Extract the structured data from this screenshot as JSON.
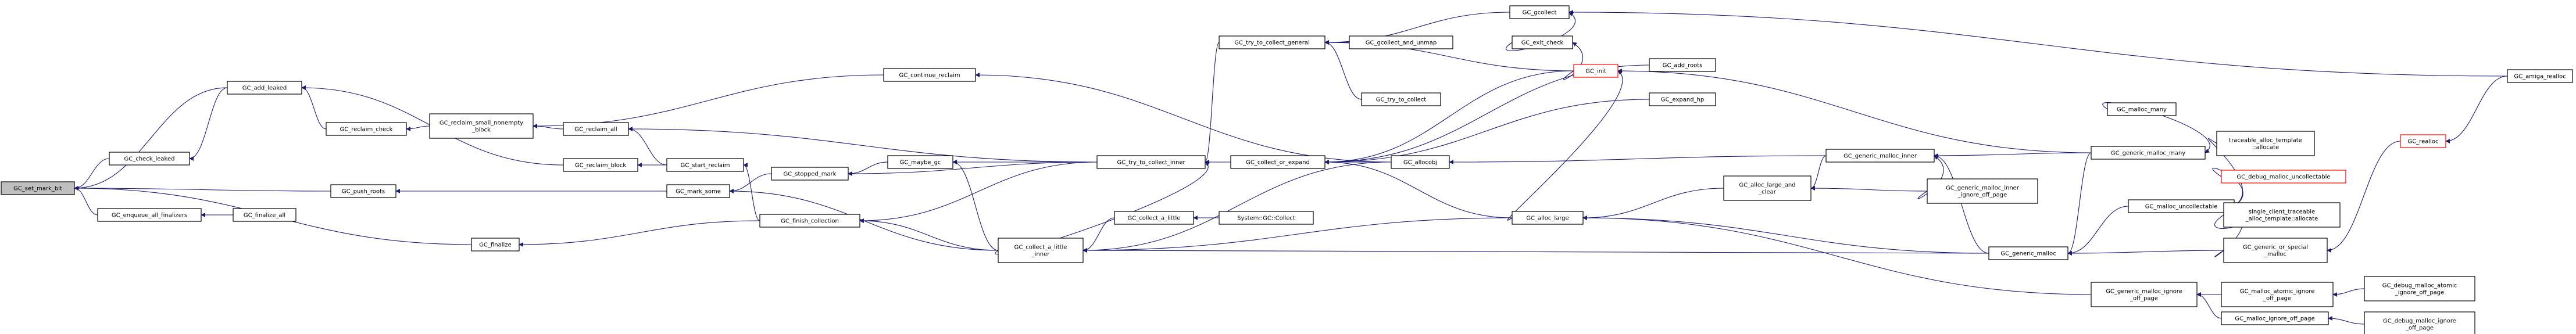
{
  "colors": {
    "background": "#ffffff",
    "node_fill": "#ffffff",
    "node_stroke": "#000000",
    "root_fill": "#bfbfbf",
    "truncated_stroke": "#ff0000",
    "edge": "#191970"
  },
  "nodes": [
    {
      "id": "n0",
      "lines": [
        "GC_set_mark_bit"
      ]
    },
    {
      "id": "n1",
      "lines": [
        "GC_check_leaked"
      ]
    },
    {
      "id": "n2",
      "lines": [
        "GC_add_leaked"
      ]
    },
    {
      "id": "n3",
      "lines": [
        "GC_reclaim_check"
      ]
    },
    {
      "id": "n4",
      "lines": [
        "GC_reclaim_small_nonempty",
        "_block"
      ]
    },
    {
      "id": "n5",
      "lines": [
        "GC_reclaim_all"
      ]
    },
    {
      "id": "n6",
      "lines": [
        "GC_reclaim_block"
      ]
    },
    {
      "id": "n7",
      "lines": [
        "GC_start_reclaim"
      ]
    },
    {
      "id": "n8",
      "lines": [
        "GC_enqueue_all_finalizers"
      ]
    },
    {
      "id": "n9",
      "lines": [
        "GC_finalize_all"
      ]
    },
    {
      "id": "n10",
      "lines": [
        "GC_push_roots"
      ]
    },
    {
      "id": "n11",
      "lines": [
        "GC_mark_some"
      ]
    },
    {
      "id": "n12",
      "lines": [
        "GC_finalize"
      ]
    },
    {
      "id": "n13",
      "lines": [
        "GC_stopped_mark"
      ]
    },
    {
      "id": "n14",
      "lines": [
        "GC_finish_collection"
      ]
    },
    {
      "id": "n15",
      "lines": [
        "GC_maybe_gc"
      ]
    },
    {
      "id": "n16",
      "lines": [
        "GC_continue_reclaim"
      ]
    },
    {
      "id": "n17",
      "lines": [
        "GC_try_to_collect_general"
      ]
    },
    {
      "id": "n18",
      "lines": [
        "GC_gcollect"
      ]
    },
    {
      "id": "n19",
      "lines": [
        "GC_gcollect_and_unmap"
      ]
    },
    {
      "id": "n20",
      "lines": [
        "GC_try_to_collect"
      ]
    },
    {
      "id": "n21",
      "lines": [
        "GC_try_to_collect_inner"
      ]
    },
    {
      "id": "n22",
      "lines": [
        "GC_collect_a_little",
        "_inner"
      ]
    },
    {
      "id": "n23",
      "lines": [
        "GC_collect_a_little"
      ]
    },
    {
      "id": "n24",
      "lines": [
        "System::GC::Collect"
      ]
    },
    {
      "id": "n25",
      "lines": [
        "GC_collect_or_expand"
      ]
    },
    {
      "id": "n26",
      "lines": [
        "GC_allocobj"
      ]
    },
    {
      "id": "n27",
      "lines": [
        "GC_exit_check"
      ]
    },
    {
      "id": "n28",
      "lines": [
        "GC_init"
      ],
      "truncated": true
    },
    {
      "id": "n29",
      "lines": [
        "GC_add_roots"
      ]
    },
    {
      "id": "n30",
      "lines": [
        "GC_expand_hp"
      ]
    },
    {
      "id": "n31",
      "lines": [
        "GC_alloc_large"
      ]
    },
    {
      "id": "n32",
      "lines": [
        "GC_alloc_large_and",
        "_clear"
      ]
    },
    {
      "id": "n33",
      "lines": [
        "GC_generic_malloc_inner"
      ]
    },
    {
      "id": "n34",
      "lines": [
        "GC_generic_malloc_inner",
        "_ignore_off_page"
      ]
    },
    {
      "id": "n35",
      "lines": [
        "GC_generic_malloc"
      ]
    },
    {
      "id": "n36",
      "lines": [
        "GC_generic_malloc_ignore",
        "_off_page"
      ]
    },
    {
      "id": "n37",
      "lines": [
        "GC_generic_malloc_many"
      ]
    },
    {
      "id": "n38",
      "lines": [
        "GC_malloc_many"
      ]
    },
    {
      "id": "n39",
      "lines": [
        "traceable_alloc_template",
        "::allocate"
      ]
    },
    {
      "id": "n40",
      "lines": [
        "GC_debug_malloc_uncollectable"
      ],
      "truncated": true
    },
    {
      "id": "n41",
      "lines": [
        "GC_malloc_uncollectable"
      ]
    },
    {
      "id": "n42",
      "lines": [
        "single_client_traceable",
        "_alloc_template::allocate"
      ]
    },
    {
      "id": "n43",
      "lines": [
        "GC_generic_or_special",
        "_malloc"
      ]
    },
    {
      "id": "n44",
      "lines": [
        "GC_malloc_atomic_ignore",
        "_off_page"
      ]
    },
    {
      "id": "n45",
      "lines": [
        "GC_malloc_ignore_off_page"
      ]
    },
    {
      "id": "n46",
      "lines": [
        "GC_debug_malloc_atomic",
        "_ignore_off_page"
      ]
    },
    {
      "id": "n47",
      "lines": [
        "GC_debug_malloc_ignore",
        "_off_page"
      ]
    },
    {
      "id": "n48",
      "lines": [
        "GC_realloc"
      ],
      "truncated": true
    },
    {
      "id": "n49",
      "lines": [
        "GC_amiga_realloc"
      ]
    }
  ],
  "edges": [
    [
      "n1",
      "n0"
    ],
    [
      "n2",
      "n0"
    ],
    [
      "n8",
      "n0"
    ],
    [
      "n10",
      "n0"
    ],
    [
      "n12",
      "n0"
    ],
    [
      "n2",
      "n1"
    ],
    [
      "n3",
      "n2"
    ],
    [
      "n6",
      "n2"
    ],
    [
      "n4",
      "n3"
    ],
    [
      "n5",
      "n4"
    ],
    [
      "n16",
      "n4"
    ],
    [
      "n7",
      "n5"
    ],
    [
      "n21",
      "n5"
    ],
    [
      "n7",
      "n6"
    ],
    [
      "n14",
      "n7"
    ],
    [
      "n9",
      "n8"
    ],
    [
      "n11",
      "n10"
    ],
    [
      "n13",
      "n11"
    ],
    [
      "n22",
      "n11"
    ],
    [
      "n14",
      "n12"
    ],
    [
      "n15",
      "n13"
    ],
    [
      "n21",
      "n13"
    ],
    [
      "n21",
      "n14"
    ],
    [
      "n22",
      "n14"
    ],
    [
      "n21",
      "n15"
    ],
    [
      "n22",
      "n15"
    ],
    [
      "n26",
      "n16"
    ],
    [
      "n18",
      "n17"
    ],
    [
      "n19",
      "n17"
    ],
    [
      "n20",
      "n17"
    ],
    [
      "n28",
      "n17"
    ],
    [
      "n27",
      "n18"
    ],
    [
      "n49",
      "n18"
    ],
    [
      "n28",
      "n27"
    ],
    [
      "n17",
      "n21"
    ],
    [
      "n22",
      "n21"
    ],
    [
      "n25",
      "n21"
    ],
    [
      "n23",
      "n22"
    ],
    [
      "n26",
      "n22"
    ],
    [
      "n31",
      "n22"
    ],
    [
      "n35",
      "n22"
    ],
    [
      "n24",
      "n23"
    ],
    [
      "n26",
      "n25"
    ],
    [
      "n28",
      "n25"
    ],
    [
      "n29",
      "n25"
    ],
    [
      "n30",
      "n25"
    ],
    [
      "n31",
      "n25"
    ],
    [
      "n33",
      "n26"
    ],
    [
      "n31",
      "n28"
    ],
    [
      "n37",
      "n28"
    ],
    [
      "n32",
      "n31"
    ],
    [
      "n35",
      "n31"
    ],
    [
      "n36",
      "n31"
    ],
    [
      "n33",
      "n32"
    ],
    [
      "n34",
      "n32"
    ],
    [
      "n37",
      "n33"
    ],
    [
      "n34",
      "n33"
    ],
    [
      "n35",
      "n33"
    ],
    [
      "n41",
      "n35"
    ],
    [
      "n43",
      "n35"
    ],
    [
      "n37",
      "n35"
    ],
    [
      "n38",
      "n37"
    ],
    [
      "n39",
      "n41"
    ],
    [
      "n40",
      "n41"
    ],
    [
      "n42",
      "n41"
    ],
    [
      "n43",
      "n41"
    ],
    [
      "n48",
      "n43"
    ],
    [
      "n49",
      "n48"
    ],
    [
      "n44",
      "n36"
    ],
    [
      "n45",
      "n36"
    ],
    [
      "n46",
      "n44"
    ],
    [
      "n47",
      "n45"
    ]
  ]
}
